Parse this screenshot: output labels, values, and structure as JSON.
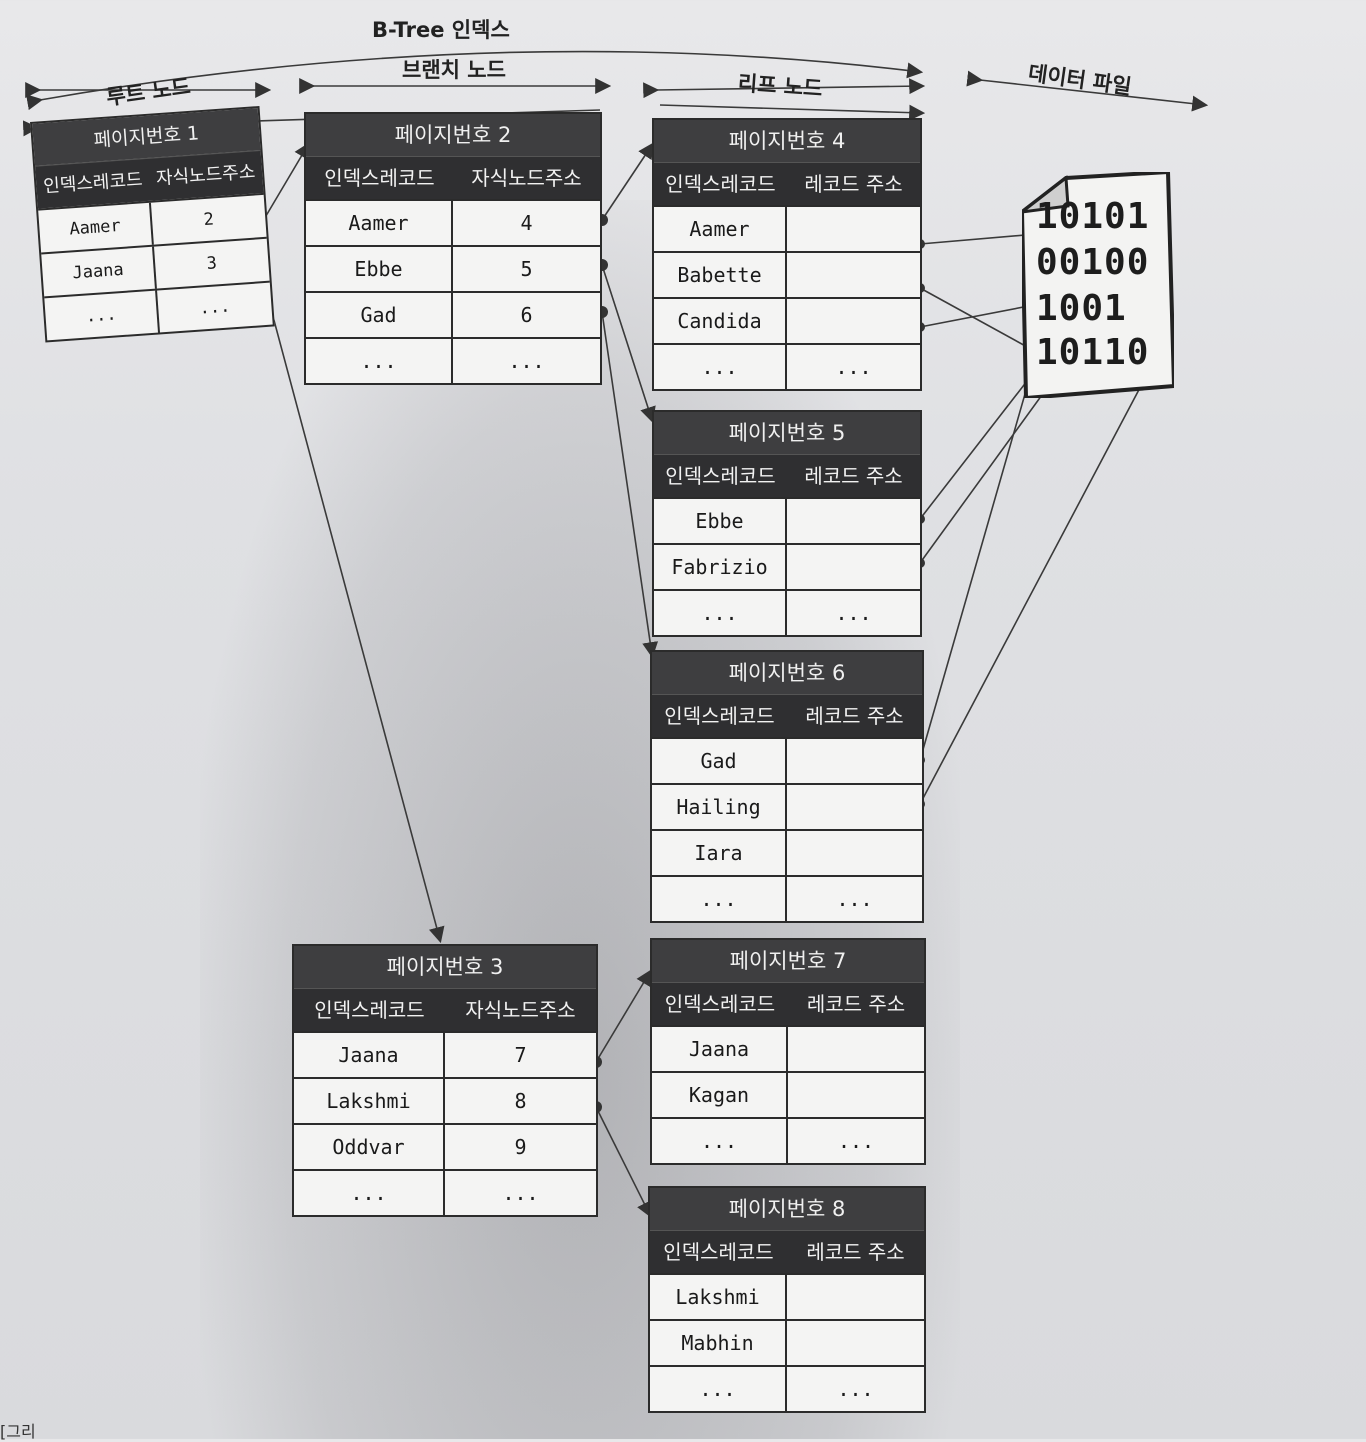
{
  "title": "B-Tree 인덱스",
  "sections": {
    "root": "루트 노드",
    "branch": "브랜치 노드",
    "leaf": "리프 노드",
    "datafile": "데이터 파일"
  },
  "root_node": {
    "page": "페이지번호 1",
    "col1": "인덱스레코드",
    "col2": "자식노드주소",
    "rows": [
      {
        "key": "Aamer",
        "val": "2"
      },
      {
        "key": "Jaana",
        "val": "3"
      },
      {
        "key": "...",
        "val": "..."
      }
    ]
  },
  "branch_nodes": [
    {
      "page": "페이지번호 2",
      "col1": "인덱스레코드",
      "col2": "자식노드주소",
      "rows": [
        {
          "key": "Aamer",
          "val": "4"
        },
        {
          "key": "Ebbe",
          "val": "5"
        },
        {
          "key": "Gad",
          "val": "6"
        },
        {
          "key": "...",
          "val": "..."
        }
      ]
    },
    {
      "page": "페이지번호 3",
      "col1": "인덱스레코드",
      "col2": "자식노드주소",
      "rows": [
        {
          "key": "Jaana",
          "val": "7"
        },
        {
          "key": "Lakshmi",
          "val": "8"
        },
        {
          "key": "Oddvar",
          "val": "9"
        },
        {
          "key": "...",
          "val": "..."
        }
      ]
    }
  ],
  "leaf_nodes": [
    {
      "page": "페이지번호 4",
      "col1": "인덱스레코드",
      "col2": "레코드 주소",
      "rows": [
        {
          "key": "Aamer",
          "val": ""
        },
        {
          "key": "Babette",
          "val": ""
        },
        {
          "key": "Candida",
          "val": ""
        },
        {
          "key": "...",
          "val": "..."
        }
      ]
    },
    {
      "page": "페이지번호 5",
      "col1": "인덱스레코드",
      "col2": "레코드 주소",
      "rows": [
        {
          "key": "Ebbe",
          "val": ""
        },
        {
          "key": "Fabrizio",
          "val": ""
        },
        {
          "key": "...",
          "val": "..."
        }
      ]
    },
    {
      "page": "페이지번호 6",
      "col1": "인덱스레코드",
      "col2": "레코드 주소",
      "rows": [
        {
          "key": "Gad",
          "val": ""
        },
        {
          "key": "Hailing",
          "val": ""
        },
        {
          "key": "Iara",
          "val": ""
        },
        {
          "key": "...",
          "val": "..."
        }
      ]
    },
    {
      "page": "페이지번호 7",
      "col1": "인덱스레코드",
      "col2": "레코드 주소",
      "rows": [
        {
          "key": "Jaana",
          "val": ""
        },
        {
          "key": "Kagan",
          "val": ""
        },
        {
          "key": "...",
          "val": "..."
        }
      ]
    },
    {
      "page": "페이지번호 8",
      "col1": "인덱스레코드",
      "col2": "레코드 주소",
      "rows": [
        {
          "key": "Lakshmi",
          "val": ""
        },
        {
          "key": "Mabhin",
          "val": ""
        },
        {
          "key": "...",
          "val": "..."
        }
      ]
    }
  ],
  "data_file_bits": [
    "10101",
    "00100",
    "1001",
    "10110"
  ],
  "caption": "[그리"
}
